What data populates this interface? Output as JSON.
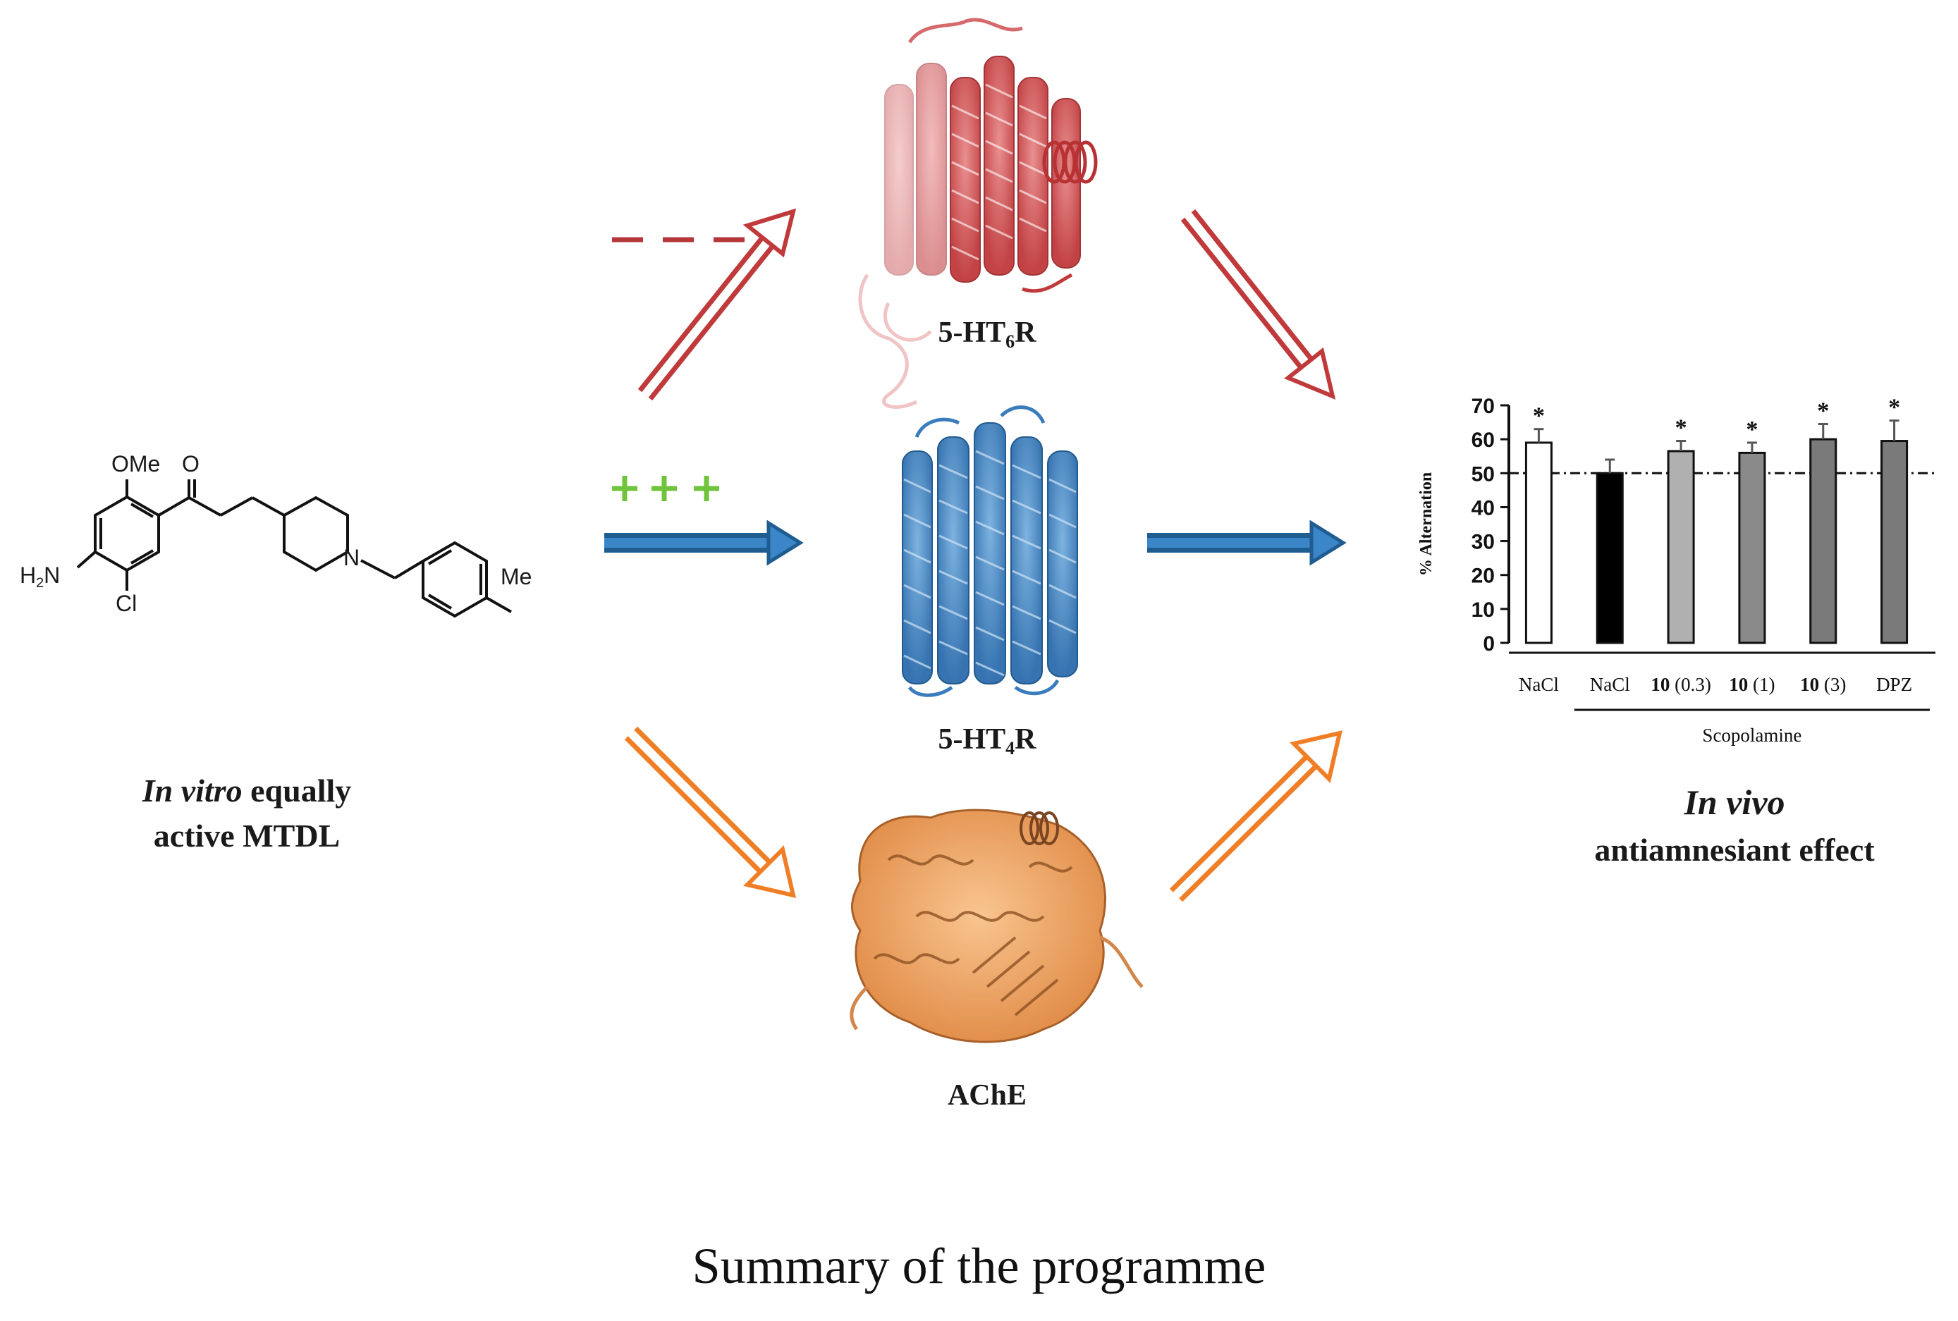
{
  "molecule": {
    "label_line1_italic": "In vitro",
    "label_line1_rest": " equally",
    "label_line2": "active MTDL",
    "atoms": {
      "ome": "OMe",
      "o": "O",
      "h2n_h": "H",
      "h2n_sub": "2",
      "h2n_n": "N",
      "cl": "Cl",
      "n": "N",
      "me": "Me"
    }
  },
  "signs": {
    "minus": "– – –",
    "plus": "+ + +"
  },
  "colors": {
    "red": "#c0393b",
    "blue": "#2e6fa8",
    "orange": "#f07e26",
    "green": "#6fc43b",
    "protein_red": "#d45a5c",
    "protein_blue": "#4a8bc8",
    "protein_orange": "#f2a566"
  },
  "targets": {
    "ht6": {
      "prefix": "5-HT",
      "sub": "6",
      "suffix": "R"
    },
    "ht4": {
      "prefix": "5-HT",
      "sub": "4",
      "suffix": "R"
    },
    "ache": {
      "label": "AChE"
    }
  },
  "effect": {
    "line1": "In vivo",
    "line2": "antiamnesiant  effect"
  },
  "caption": "Summary of the programme",
  "chart_data": {
    "type": "bar",
    "categories": [
      "NaCl",
      "NaCl",
      "10 (0.3)",
      "10 (1)",
      "10 (3)",
      "DPZ"
    ],
    "category_bold": [
      "",
      "",
      "10",
      "10",
      "10",
      ""
    ],
    "category_rest": [
      "NaCl",
      "NaCl",
      " (0.3)",
      " (1)",
      " (3)",
      "DPZ"
    ],
    "values": [
      59,
      50,
      56.5,
      56,
      60,
      59.5
    ],
    "errors": [
      4,
      4,
      3,
      3,
      4.5,
      6
    ],
    "significant": [
      true,
      false,
      true,
      true,
      true,
      true
    ],
    "significance_mark": "*",
    "bar_fills": [
      "#ffffff",
      "#000000",
      "#b0b0b0",
      "#8a8a8a",
      "#7a7a7a",
      "#7a7a7a"
    ],
    "ylabel": "% Alternation",
    "ylim": [
      0,
      70
    ],
    "yticks": [
      0,
      10,
      20,
      30,
      40,
      50,
      60,
      70
    ],
    "reference_line": 50,
    "group_label": "Scopolamine",
    "group_categories": [
      1,
      5
    ]
  }
}
